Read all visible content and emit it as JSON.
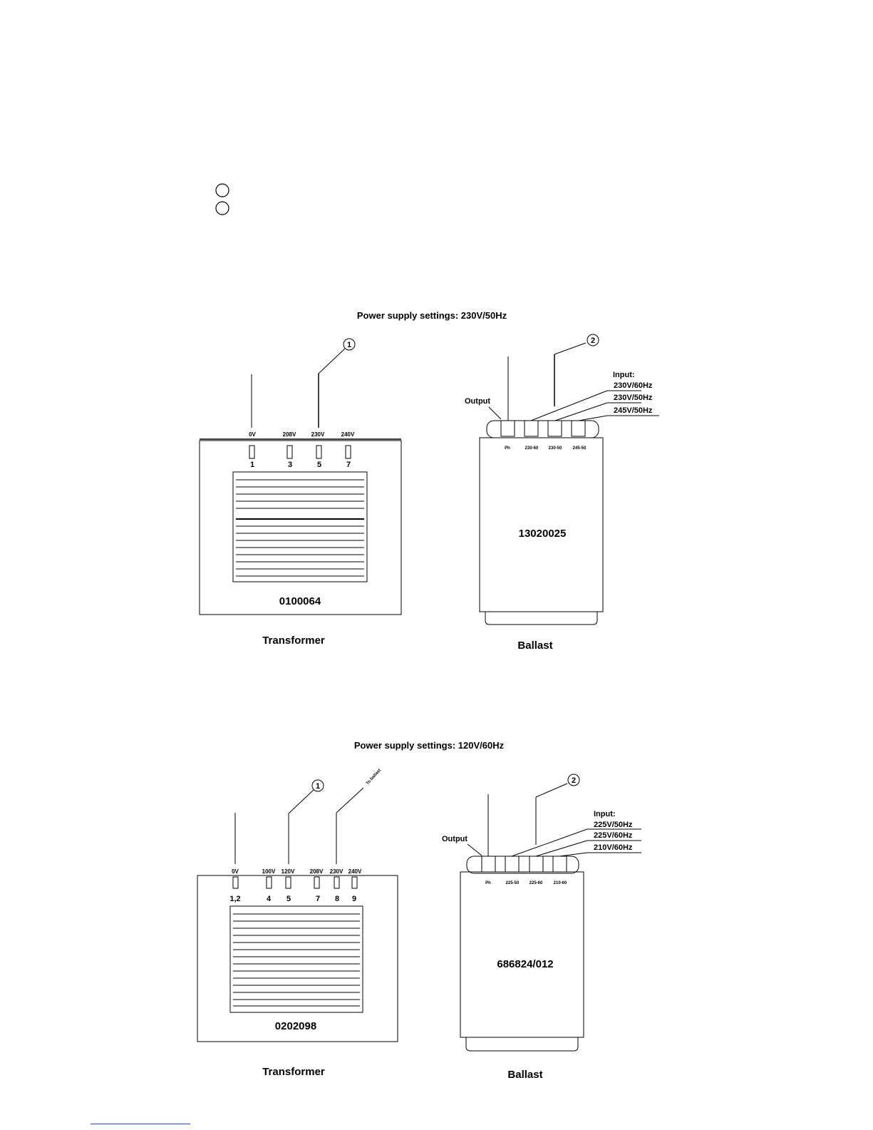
{
  "legend": {
    "circle_1": "",
    "circle_2": ""
  },
  "top": {
    "title": "Power supply settings: 230V/50Hz",
    "transformer": {
      "callout": "1",
      "taps": [
        {
          "voltage": "0V",
          "terminal": "1"
        },
        {
          "voltage": "208V",
          "terminal": "3"
        },
        {
          "voltage": "230V",
          "terminal": "5"
        },
        {
          "voltage": "240V",
          "terminal": "7"
        }
      ],
      "part_number": "0100064",
      "caption": "Transformer"
    },
    "ballast": {
      "callout": "2",
      "output_label": "Output",
      "input_label": "Input:",
      "inputs": [
        "230V/60Hz",
        "230V/50Hz",
        "245V/50Hz"
      ],
      "terminals": [
        "Ph",
        "230-60",
        "230-50",
        "245-50"
      ],
      "part_number": "13020025",
      "caption": "Ballast"
    }
  },
  "bottom": {
    "title": "Power supply settings: 120V/60Hz",
    "transformer": {
      "callout": "1",
      "to_ballast": "To ballast",
      "taps": [
        {
          "voltage": "0V",
          "terminal": "1,2"
        },
        {
          "voltage": "100V",
          "terminal": "4"
        },
        {
          "voltage": "120V",
          "terminal": "5"
        },
        {
          "voltage": "208V",
          "terminal": "7"
        },
        {
          "voltage": "230V",
          "terminal": "8"
        },
        {
          "voltage": "240V",
          "terminal": "9"
        }
      ],
      "part_number": "0202098",
      "caption": "Transformer"
    },
    "ballast": {
      "callout": "2",
      "output_label": "Output",
      "input_label": "Input:",
      "inputs": [
        "225V/50Hz",
        "225V/60Hz",
        "210V/60Hz"
      ],
      "terminals": [
        "Ph",
        "225-50",
        "225-60",
        "210-60"
      ],
      "part_number": "686824/012",
      "caption": "Ballast"
    }
  }
}
